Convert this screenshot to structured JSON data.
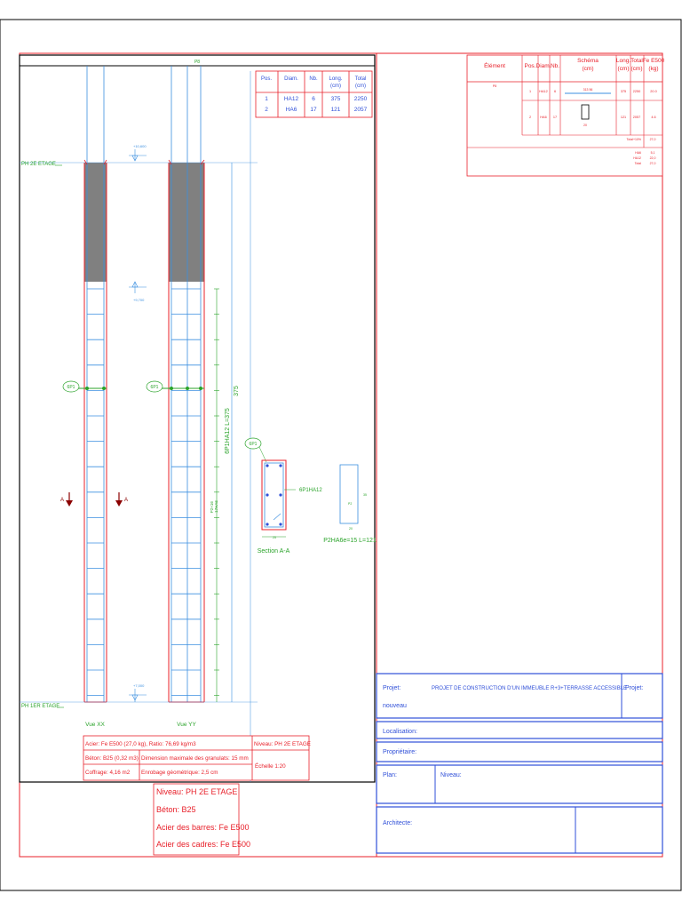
{
  "drawing": {
    "element_title": "P8",
    "levels": {
      "top": "PH 2E ETAGE",
      "bottom": "PH 1ER ETAGE"
    },
    "elevations": {
      "top": "+10,600",
      "mid": "+9,700",
      "bottom": "+7,000"
    },
    "rebar_tag": "6P1",
    "long_bars_label": "6P1HA12 L=375",
    "stirrups_label": "P2×16\n17HA6",
    "dimension_375": "375",
    "views": {
      "xx": "Vue XX",
      "yy": "Vue YY"
    },
    "section_marker": "A",
    "section": {
      "title": "Section A-A",
      "bar_label": "6P1HA12",
      "stirrup_label": "P2HA6e=15 L=121",
      "stirrup_tag": "P2",
      "dim_w": "20",
      "dim_h": "35",
      "dim_bottom": "25"
    }
  },
  "bar_table": {
    "headers": [
      "Pos.",
      "Diam.",
      "Nb.",
      "Long.\n(cm)",
      "Total\n(cm)"
    ],
    "rows": [
      [
        "1",
        "HA12",
        "6",
        "375",
        "2250"
      ],
      [
        "2",
        "HA6",
        "17",
        "121",
        "2057"
      ]
    ]
  },
  "summary_table": {
    "headers": [
      "Élément",
      "Pos.",
      "Diam.",
      "Nb.",
      "Schéma\n(cm)",
      "Long.\n(cm)",
      "Total\n(cm)",
      "Fe E500\n(kg)"
    ],
    "element": "P8",
    "rows": [
      {
        "pos": "1",
        "diam": "HA12",
        "nb": "6",
        "schema": "313 56",
        "long": "375",
        "total": "2250",
        "kg": "20.0"
      },
      {
        "pos": "2",
        "diam": "HA6",
        "nb": "17",
        "schema": "20",
        "long": "121",
        "total": "2057",
        "kg": "4.6"
      }
    ],
    "total_label": "Total+10%",
    "total_value": "27,0",
    "breakdown": [
      {
        "label": "HA6",
        "value": "5,1"
      },
      {
        "label": "HA12",
        "value": "22,0"
      },
      {
        "label": "Total",
        "value": "27,0"
      }
    ]
  },
  "info_block": {
    "acier": "Acier: Fe E500 (27,0 kg), Ratio: 76,69 kg/m3",
    "niveau": "Niveau: PH 2E ETAGE",
    "beton": "Béton: B25 (0,32 m3)",
    "granulats": "Dimension maximale des granulats: 15 mm",
    "echelle": "Échelle 1:20",
    "coffrage": "Coffrage: 4,16 m2",
    "enrobage": "Enrobage géométrique: 2,5 cm"
  },
  "legend": {
    "niveau": "Niveau: PH 2E ETAGE",
    "beton": "Béton: B25",
    "acier_barres": "Acier des barres: Fe E500",
    "acier_cadres": "Acier des cadres: Fe E500"
  },
  "cartouche": {
    "projet_label": "Projet:",
    "projet_value": "PROJET DE CONSTRUCTION D'UN IMMEUBLE R+3+TERRASSE ACCESSIBLE",
    "projet_sub": "nouveau",
    "projet_right": "Projet:",
    "localisation": "Localisation:",
    "proprietaire": "Propriétaire:",
    "plan": "Plan:",
    "niveau": "Niveau:",
    "architecte": "Architecte:"
  },
  "colors": {
    "red": "#e8202a",
    "blue": "#2f4fd8",
    "rebar": "#3b8fe0",
    "green": "#2aa32a",
    "concrete": "#808080"
  }
}
